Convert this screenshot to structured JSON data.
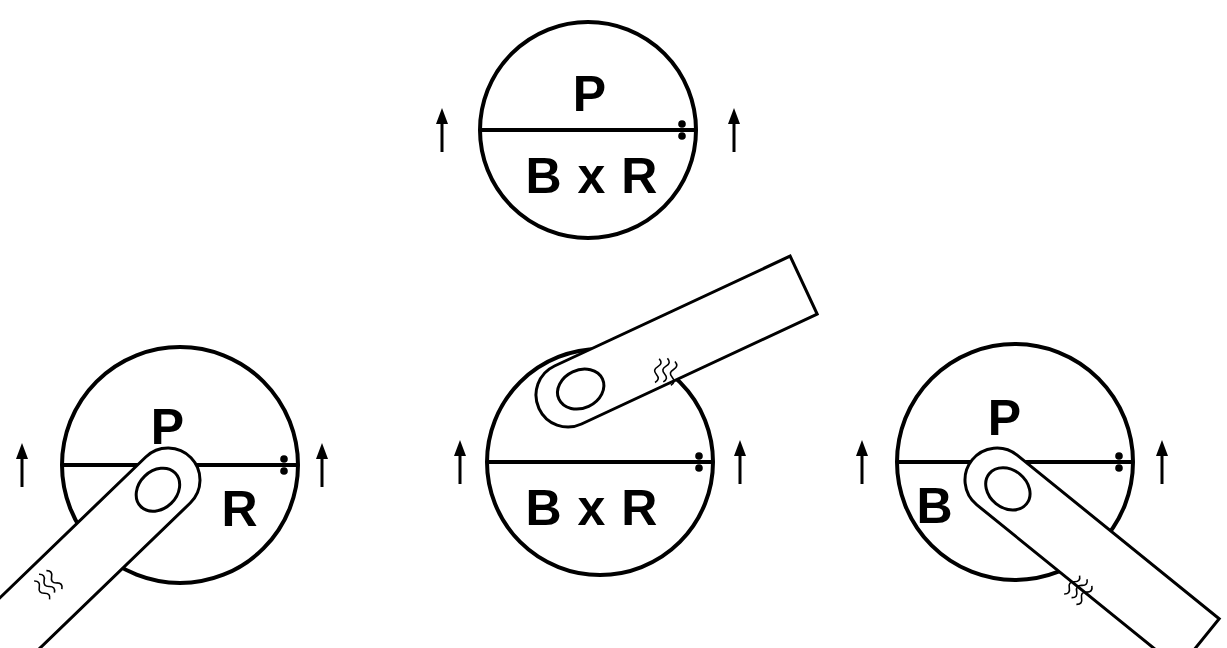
{
  "diagram": {
    "nodes": [
      {
        "text": [
          "P",
          "B x R"
        ]
      },
      {
        "text": [
          "P",
          "R"
        ]
      },
      {
        "text": [
          "B x R"
        ]
      },
      {
        "text": [
          "P",
          "B"
        ]
      }
    ]
  }
}
